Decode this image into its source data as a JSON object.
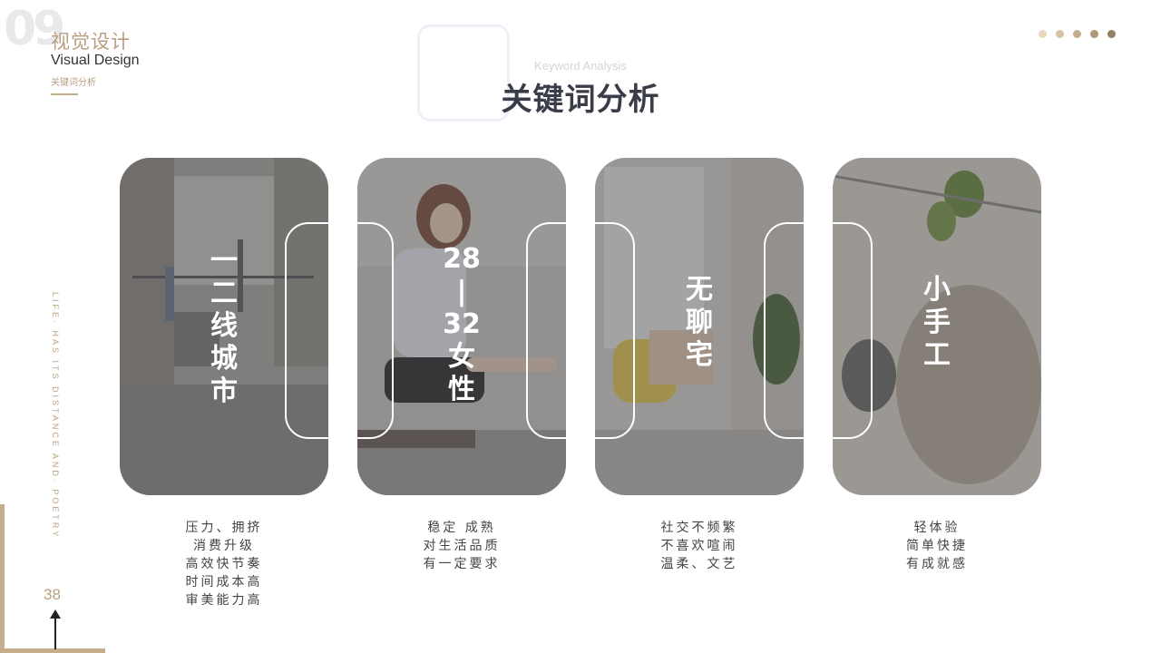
{
  "header": {
    "bg_number": "09",
    "title_cn": "视觉设计",
    "title_en": "Visual Design",
    "subtitle": "关键词分析"
  },
  "dots": [
    "#e8d6bd",
    "#d8c3a3",
    "#c4ad8c",
    "#ae9878",
    "#948064"
  ],
  "heading": {
    "en": "Keyword Analysis",
    "cn": "关键词分析"
  },
  "side_text": "LIFE· HAS ITS DISTANCE AND· POETRY",
  "page_number": "38",
  "cards": [
    {
      "keyword": "一\n二\n线\n城\n市",
      "lines": [
        "压力、拥挤",
        "消费升级",
        "高效快节奏",
        "时间成本高",
        "审美能力高"
      ]
    },
    {
      "keyword": "28\n|\n32\n女\n性",
      "lines": [
        "稳定 成熟",
        "对生活品质",
        "有一定要求"
      ]
    },
    {
      "keyword": "无\n聊\n宅",
      "lines": [
        "社交不频繁",
        "不喜欢喧闹",
        "温柔、文艺"
      ]
    },
    {
      "keyword": "小\n手\n工",
      "lines": [
        "轻体验",
        "简单快捷",
        "有成就感"
      ]
    }
  ],
  "colors": {
    "accent": "#c8ad8c",
    "heading": "#3a3d48"
  }
}
